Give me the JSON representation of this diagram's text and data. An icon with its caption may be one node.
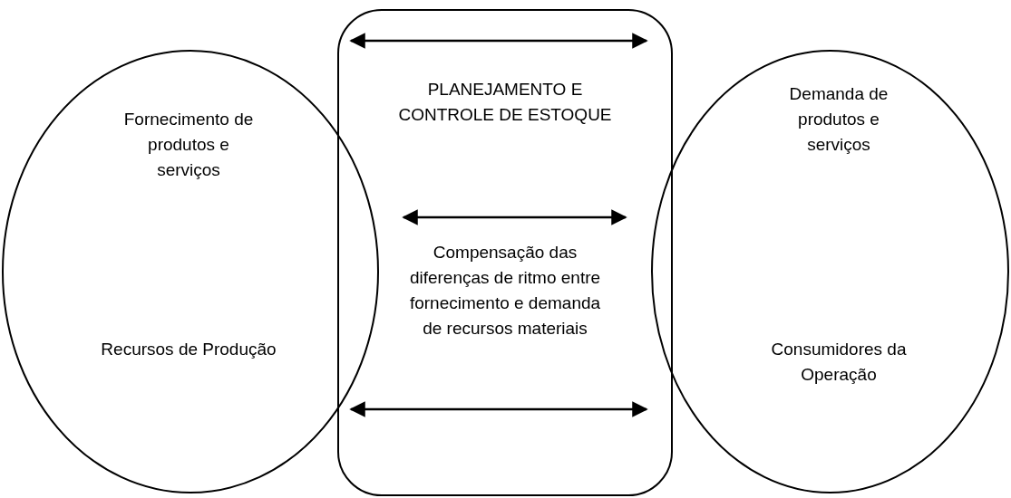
{
  "diagram": {
    "nodes": [
      {
        "text": [
          "Fornecimento de produtos e serviços",
          "Recursos de Produção"
        ]
      },
      {
        "text": [
          "PLANEJAMENTO E CONTROLE DE ESTOQUE",
          "Compensação das diferenças de ritmo entre fornecimento e demanda de recursos materiais"
        ]
      },
      {
        "text": [
          "Demanda de produtos e serviços",
          "Consumidores da Operação"
        ]
      }
    ]
  }
}
